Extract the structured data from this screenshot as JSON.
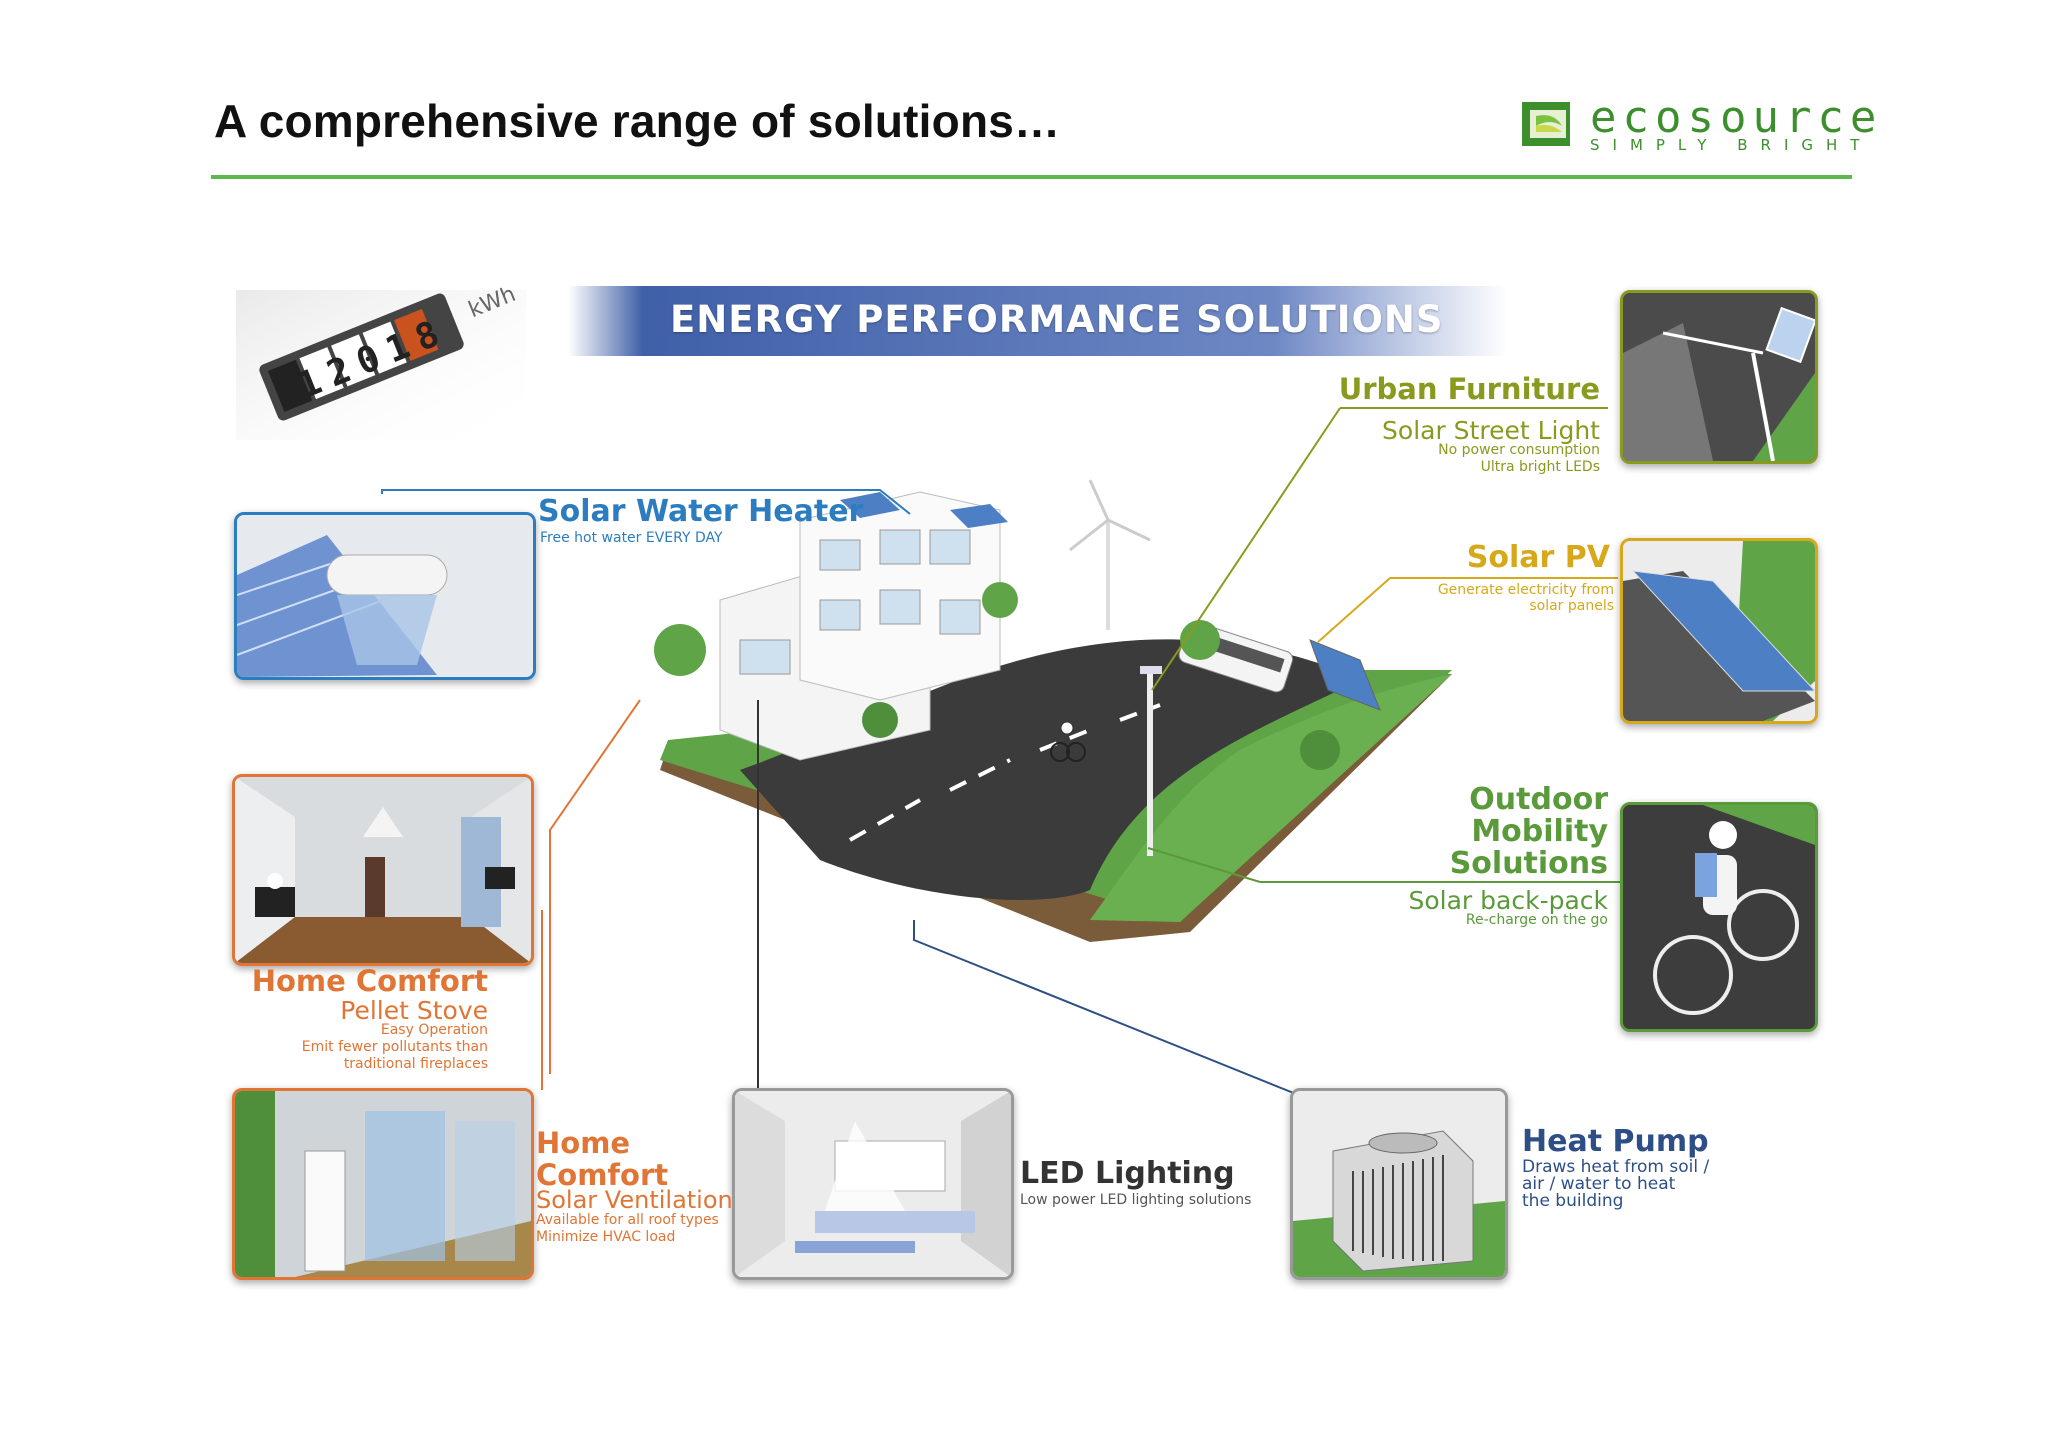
{
  "slide": {
    "title": "A comprehensive range of solutions…"
  },
  "logo": {
    "name": "ecosource",
    "tagline": "SIMPLY BRIGHT",
    "icon": "leaf-logo-icon",
    "color": "#3d8f2e"
  },
  "banner": {
    "title": "ENERGY PERFORMANCE SOLUTIONS",
    "color": "#3f5fa8"
  },
  "meter": {
    "reading": "12018",
    "unit": "kWh"
  },
  "labels": {
    "solar_water_heater": {
      "title": "Solar Water Heater",
      "desc": "Free hot water EVERY DAY",
      "color": "#2c7dbf"
    },
    "urban_furniture": {
      "title": "Urban Furniture",
      "sub": "Solar Street Light",
      "line1": "No power consumption",
      "line2": "Ultra bright LEDs",
      "color": "#8a9a1e"
    },
    "solar_pv": {
      "title": "Solar PV",
      "line1": "Generate electricity from",
      "line2": "solar panels",
      "color": "#d6a81a"
    },
    "outdoor_mobility": {
      "title1": "Outdoor",
      "title2": "Mobility",
      "title3": "Solutions",
      "sub": "Solar back-pack",
      "line1": "Re-charge on the go",
      "color": "#5a9a3a"
    },
    "home_comfort_stove": {
      "title": "Home Comfort",
      "sub": "Pellet Stove",
      "line1": "Easy Operation",
      "line2": "Emit fewer pollutants than",
      "line3": "traditional fireplaces",
      "color": "#e07535"
    },
    "home_comfort_vent": {
      "title1": "Home",
      "title2": "Comfort",
      "sub": "Solar Ventilation",
      "line1": "Available for all roof types",
      "line2": "Minimize HVAC load",
      "color": "#e07535"
    },
    "led_lighting": {
      "title": "LED Lighting",
      "desc": "Low power LED lighting solutions",
      "color": "#333333"
    },
    "heat_pump": {
      "title": "Heat Pump",
      "line1": "Draws heat from soil /",
      "line2": "air / water to heat",
      "line3": "the building",
      "color": "#2d4f86"
    }
  }
}
